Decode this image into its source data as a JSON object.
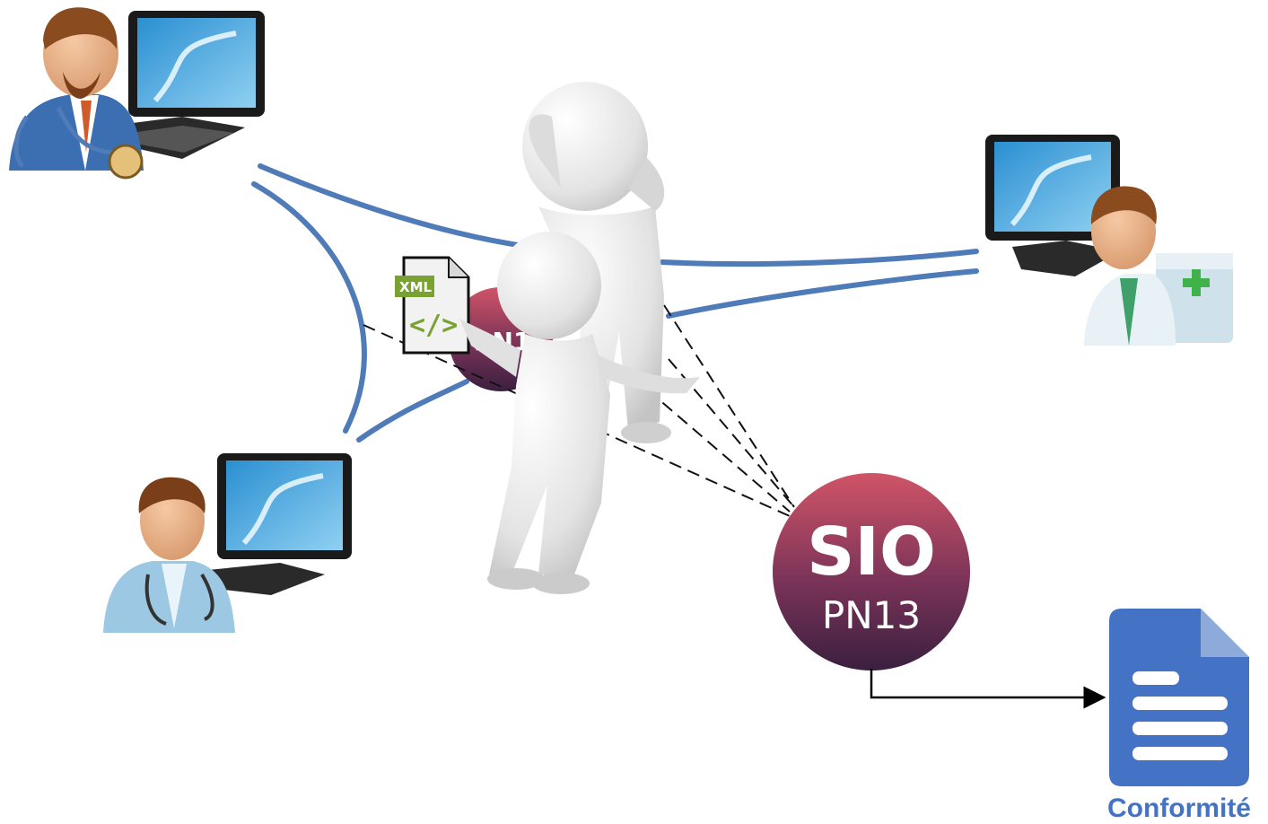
{
  "badges": {
    "main": {
      "title": "SIO",
      "subtitle": "PN13"
    },
    "hidden": {
      "partial_text": "PN1"
    }
  },
  "xml_file": {
    "tag": "XML",
    "code": "</>"
  },
  "document": {
    "label": "Conformité"
  },
  "colors": {
    "link_blue": "#4f7bb9",
    "badge_top": "#c44d64",
    "badge_bottom": "#3d2142",
    "doc_blue": "#4472c4",
    "xml_green": "#7aa230"
  },
  "icons": [
    "doctor-with-stethoscope-icon",
    "computer-monitor-icon",
    "pharmacist-icon",
    "medical-staff-icon",
    "confused-person-icon",
    "document-icon",
    "xml-file-icon"
  ]
}
